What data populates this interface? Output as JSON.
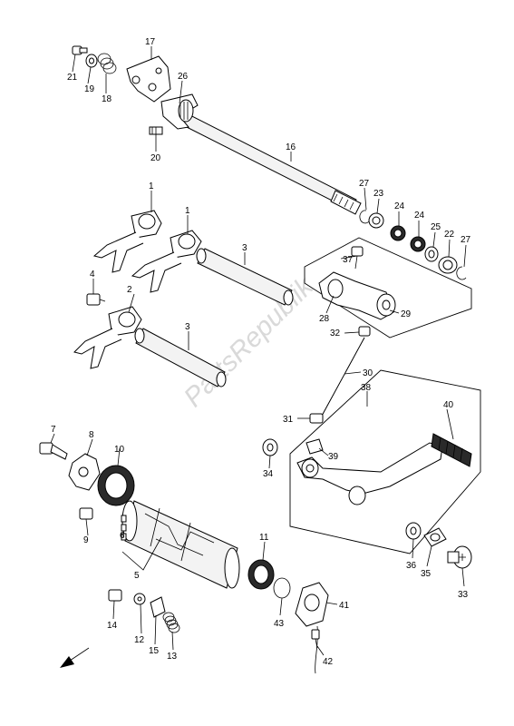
{
  "watermark": "PartsRepublik",
  "callouts": {
    "c1a": "1",
    "c1b": "1",
    "c2": "2",
    "c3a": "3",
    "c3b": "3",
    "c4": "4",
    "c5": "5",
    "c6": "6",
    "c7": "7",
    "c8": "8",
    "c9": "9",
    "c10": "10",
    "c11": "11",
    "c12": "12",
    "c13": "13",
    "c14": "14",
    "c15": "15",
    "c16": "16",
    "c17": "17",
    "c18": "18",
    "c19": "19",
    "c20": "20",
    "c21": "21",
    "c22": "22",
    "c23": "23",
    "c24a": "24",
    "c24b": "24",
    "c25": "25",
    "c26": "26",
    "c27a": "27",
    "c27b": "27",
    "c28": "28",
    "c29": "29",
    "c30": "30",
    "c31": "31",
    "c32": "32",
    "c33": "33",
    "c34": "34",
    "c35": "35",
    "c36": "36",
    "c37": "37",
    "c38": "38",
    "c39": "39",
    "c40": "40",
    "c41": "41",
    "c42": "42",
    "c43": "43"
  },
  "icons": {
    "direction": "front-direction-arrow-icon"
  }
}
